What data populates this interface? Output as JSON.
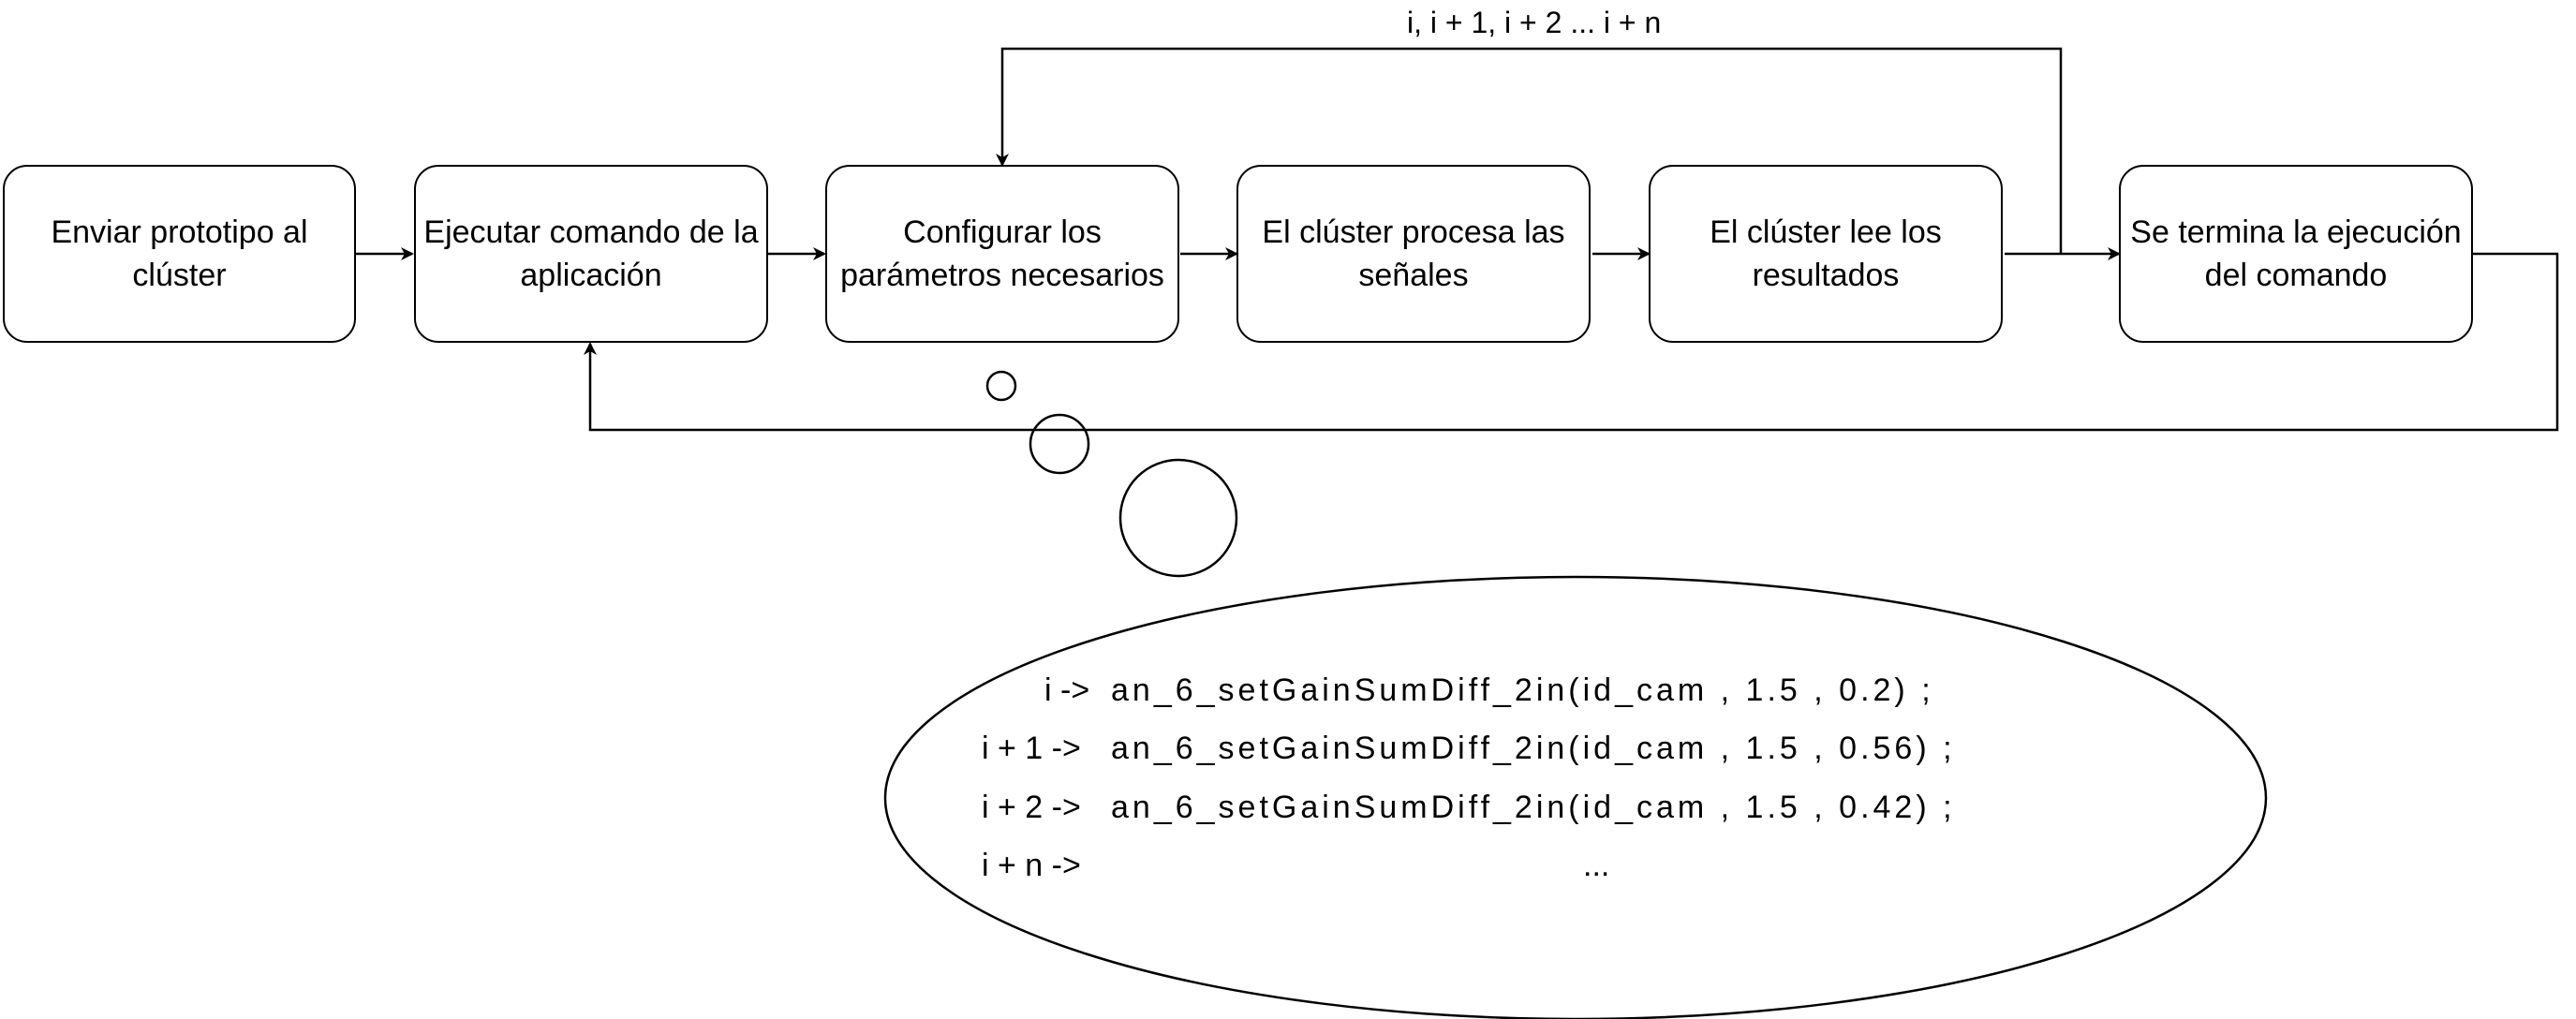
{
  "nodes": [
    {
      "id": "n1",
      "label": "Enviar prototipo al clúster"
    },
    {
      "id": "n2",
      "label": "Ejecutar comando de la aplicación"
    },
    {
      "id": "n3",
      "label": "Configurar los parámetros necesarios"
    },
    {
      "id": "n4",
      "label": "El clúster procesa las señales"
    },
    {
      "id": "n5",
      "label": "El clúster lee los resultados"
    },
    {
      "id": "n6",
      "label": "Se termina la ejecución del comando"
    }
  ],
  "edges": [
    {
      "from": "n1",
      "to": "n2"
    },
    {
      "from": "n2",
      "to": "n3"
    },
    {
      "from": "n3",
      "to": "n4"
    },
    {
      "from": "n4",
      "to": "n5"
    },
    {
      "from": "n5",
      "to": "n6"
    },
    {
      "from": "n5",
      "to": "n3",
      "label": "i, i +  1, i + 2 ...  i + n"
    },
    {
      "from": "n6",
      "to": "n2"
    }
  ],
  "thought_bubble": {
    "lines": [
      {
        "prefix": "i ->",
        "code": "an_6_setGainSumDiff_2in(id_cam , 1.5 , 0.2) ;"
      },
      {
        "prefix": "i + 1 ->",
        "code": "an_6_setGainSumDiff_2in(id_cam , 1.5 , 0.56) ;"
      },
      {
        "prefix": "i + 2 ->",
        "code": "an_6_setGainSumDiff_2in(id_cam , 1.5 , 0.42) ;"
      }
    ],
    "last_prefix": "i + n ->",
    "last_continuation": "..."
  }
}
